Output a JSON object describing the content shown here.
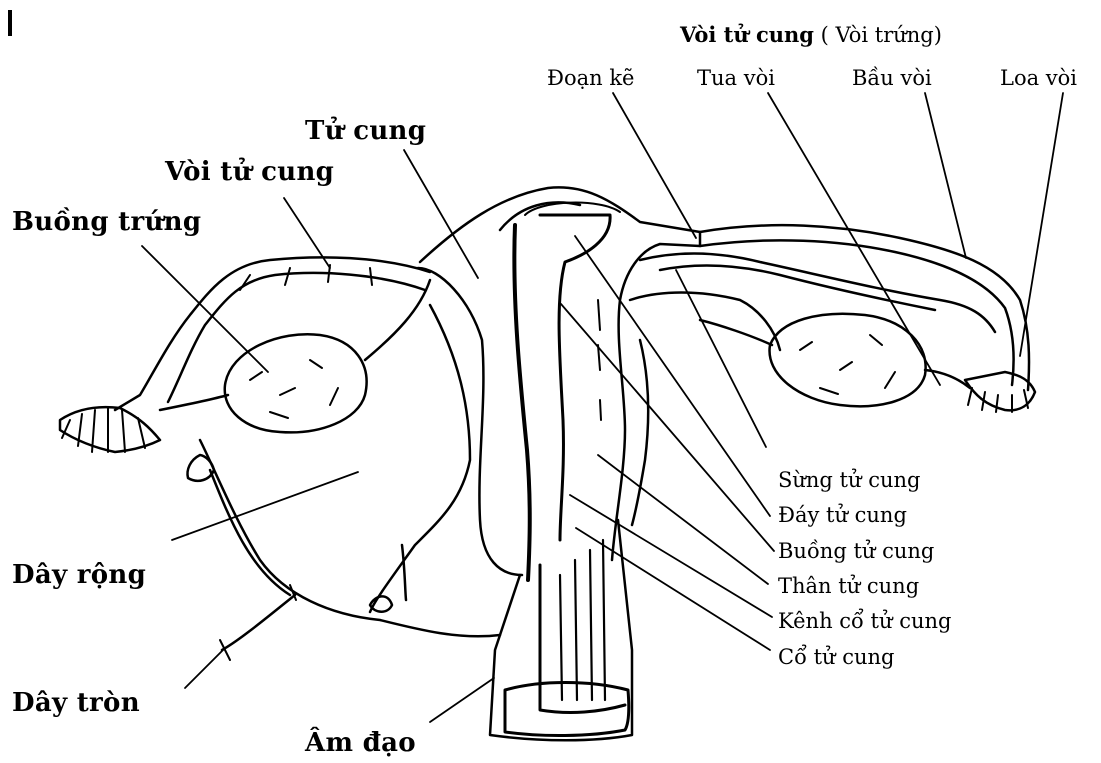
{
  "header": {
    "bold": "Vòi tử cung",
    "rest": " ( Vòi trứng)"
  },
  "labels": {
    "doan_ke": "Đoạn kẽ",
    "tua_voi": "Tua vòi",
    "bau_voi": "Bầu vòi",
    "loa_voi": "Loa vòi",
    "tu_cung": "Tử cung",
    "voi_tu_cung": "Vòi tử cung",
    "buong_trung": "Buồng trứng",
    "day_rong": "Dây rộng",
    "day_tron": "Dây tròn",
    "am_dao": "Âm đạo",
    "sung_tu_cung": "Sừng tử cung",
    "day_tu_cung": "Đáy tử cung",
    "buong_tu_cung": "Buồng tử cung",
    "than_tu_cung": "Thân tử cung",
    "kenh_co_tu_cung": "Kênh cổ tử cung",
    "co_tu_cung": "Cổ tử cung"
  }
}
